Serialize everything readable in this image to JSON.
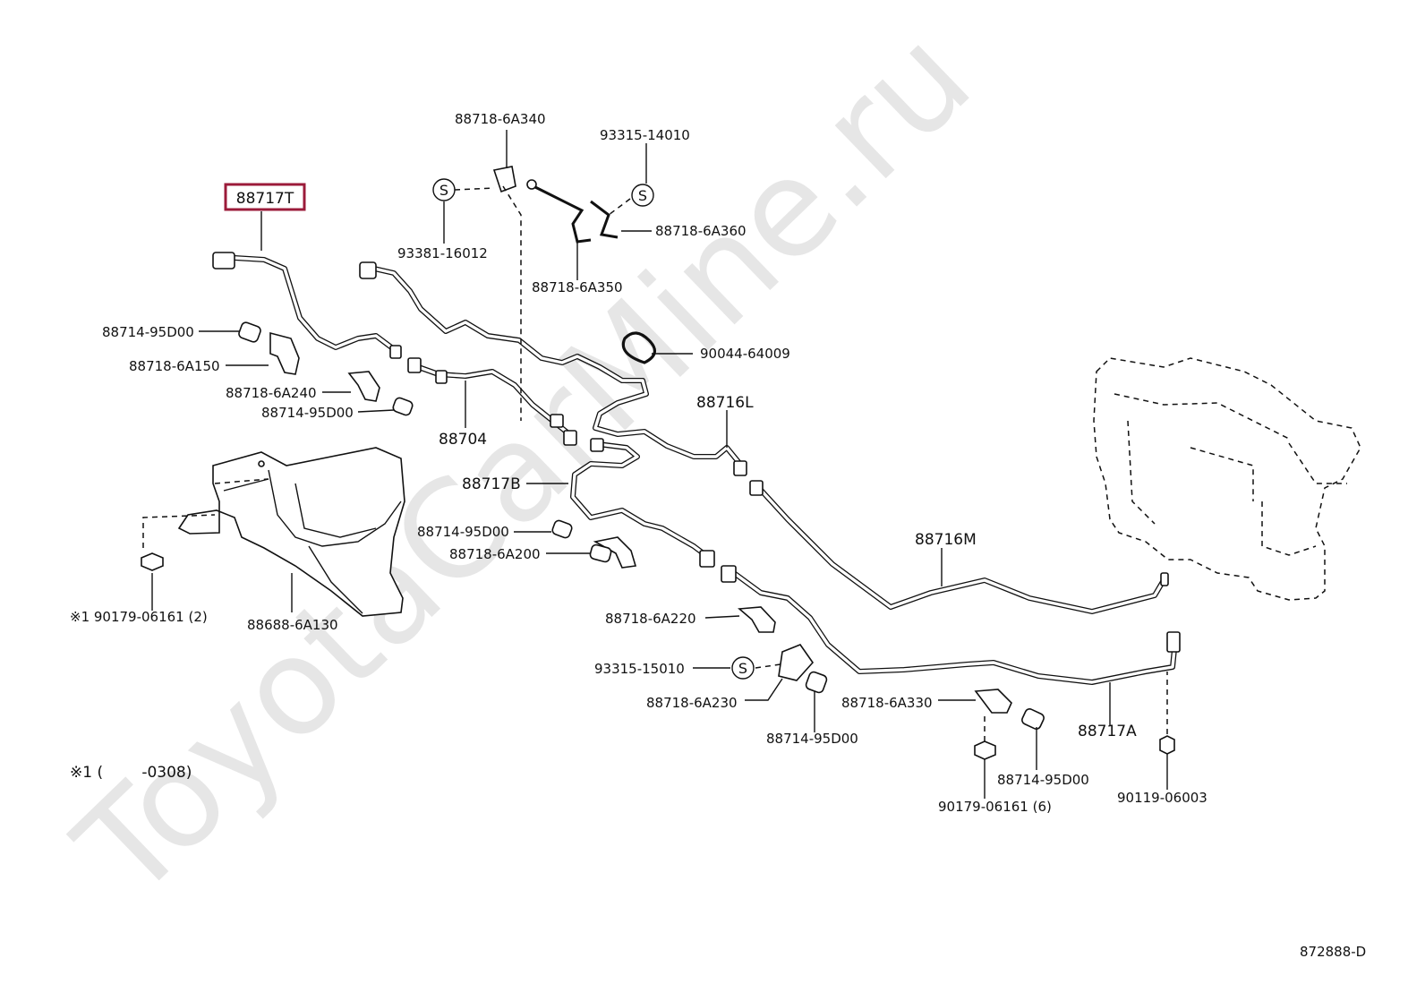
{
  "watermark": "ToyotaCarMine.ru",
  "diagram_code": "872888-D",
  "highlighted_part": "88717T",
  "note": "※1 (        -0308)",
  "screw_symbol": "S",
  "labels": {
    "p88718_6A340": "88718-6A340",
    "p93315_14010": "93315-14010",
    "p88718_6A360": "88718-6A360",
    "p93381_16012": "93381-16012",
    "p88718_6A350": "88718-6A350",
    "p90044_64009": "90044-64009",
    "p88714_95D00_a": "88714-95D00",
    "p88718_6A150": "88718-6A150",
    "p88718_6A240": "88718-6A240",
    "p88714_95D00_b": "88714-95D00",
    "p88704": "88704",
    "p88716L": "88716L",
    "p88717B": "88717B",
    "p88714_95D00_c": "88714-95D00",
    "p88718_6A200": "88718-6A200",
    "p88716M": "88716M",
    "p90179_06161_2": "※1  90179-06161 (2)",
    "p88688_6A130": "88688-6A130",
    "p88718_6A220": "88718-6A220",
    "p93315_15010": "93315-15010",
    "p88718_6A230": "88718-6A230",
    "p88714_95D00_d": "88714-95D00",
    "p88718_6A330": "88718-6A330",
    "p88717A": "88717A",
    "p88714_95D00_e": "88714-95D00",
    "p90179_06161_6": "90179-06161 (6)",
    "p90119_06003": "90119-06003"
  }
}
